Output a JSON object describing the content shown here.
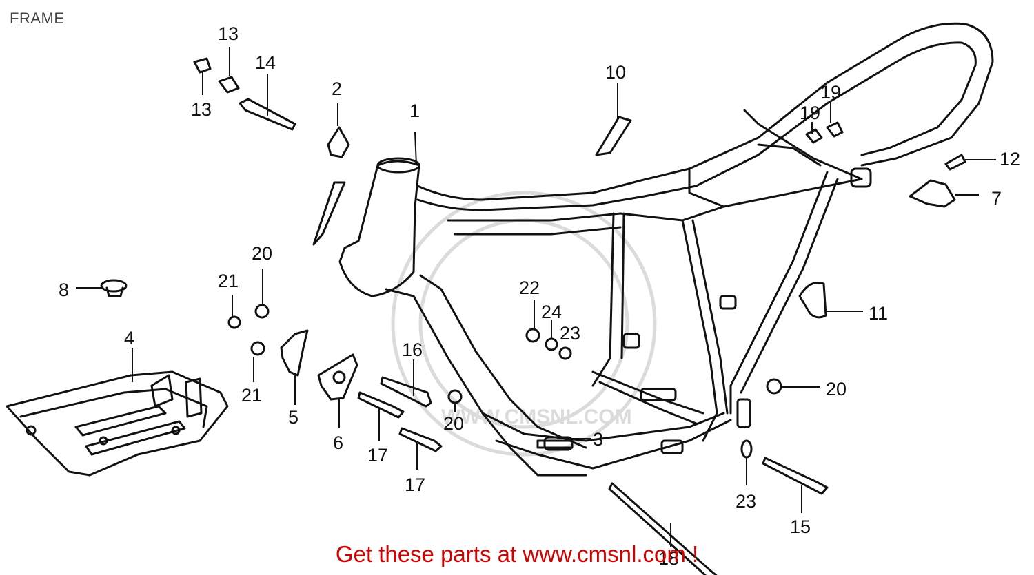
{
  "header": {
    "title": "FRAME"
  },
  "watermark": "WWW.CMSNL.COM",
  "callouts": {
    "p1": "1",
    "p2": "2",
    "p3": "3",
    "p4": "4",
    "p5": "5",
    "p6": "6",
    "p7": "7",
    "p8": "8",
    "p10": "10",
    "p11": "11",
    "p12": "12",
    "p13a": "13",
    "p13b": "13",
    "p14": "14",
    "p15": "15",
    "p16": "16",
    "p17a": "17",
    "p17b": "17",
    "p18": "18",
    "p19a": "19",
    "p19b": "19",
    "p20a": "20",
    "p20b": "20",
    "p20c": "20",
    "p21a": "21",
    "p21b": "21",
    "p22": "22",
    "p23a": "23",
    "p23b": "23",
    "p24": "24"
  },
  "footer": {
    "promo": "Get these parts at www.cmsnl.com !"
  },
  "colors": {
    "promo": "#d40000",
    "line": "#111111",
    "watermark": "#bbbbbb"
  }
}
